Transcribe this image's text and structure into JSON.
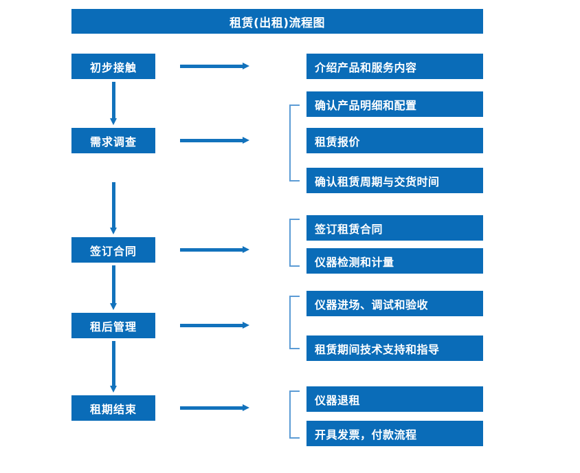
{
  "chart_data": {
    "type": "diagram",
    "title": "租赁(出租)流程图",
    "diagram_kind": "flowchart",
    "stages": [
      {
        "label": "初步接触",
        "details": [
          "介绍产品和服务内容"
        ],
        "bracketed": false
      },
      {
        "label": "需求调查",
        "details": [
          "确认产品明细和配置",
          "租赁报价",
          "确认租赁周期与交货时间"
        ],
        "bracketed": true
      },
      {
        "label": "签订合同",
        "details": [
          "签订租赁合同",
          "仪器检测和计量"
        ],
        "bracketed": true
      },
      {
        "label": "租后管理",
        "details": [
          "仪器进场、调试和验收",
          "租赁期间技术支持和指导"
        ],
        "bracketed": true
      },
      {
        "label": "租期结束",
        "details": [
          "仪器退租",
          "开具发票，付款流程"
        ],
        "bracketed": true
      }
    ]
  },
  "title": {
    "text": "租赁(出租)流程图"
  },
  "stages": [
    {
      "label": "初步接触"
    },
    {
      "label": "需求调查"
    },
    {
      "label": "签订合同"
    },
    {
      "label": "租后管理"
    },
    {
      "label": "租期结束"
    }
  ],
  "details": [
    {
      "label": "介绍产品和服务内容"
    },
    {
      "label": "确认产品明细和配置"
    },
    {
      "label": "租赁报价"
    },
    {
      "label": "确认租赁周期与交货时间"
    },
    {
      "label": "签订租赁合同"
    },
    {
      "label": "仪器检测和计量"
    },
    {
      "label": "仪器进场、调试和验收"
    },
    {
      "label": "租赁期间技术支持和指导"
    },
    {
      "label": "仪器退租"
    },
    {
      "label": "开具发票，付款流程"
    }
  ],
  "colors": {
    "box_fill": "#0A6CB8",
    "box_text": "#FFFFFF",
    "arrow": "#1272BC",
    "bracket": "#5B9BD5",
    "background": "#FFFFFF"
  }
}
